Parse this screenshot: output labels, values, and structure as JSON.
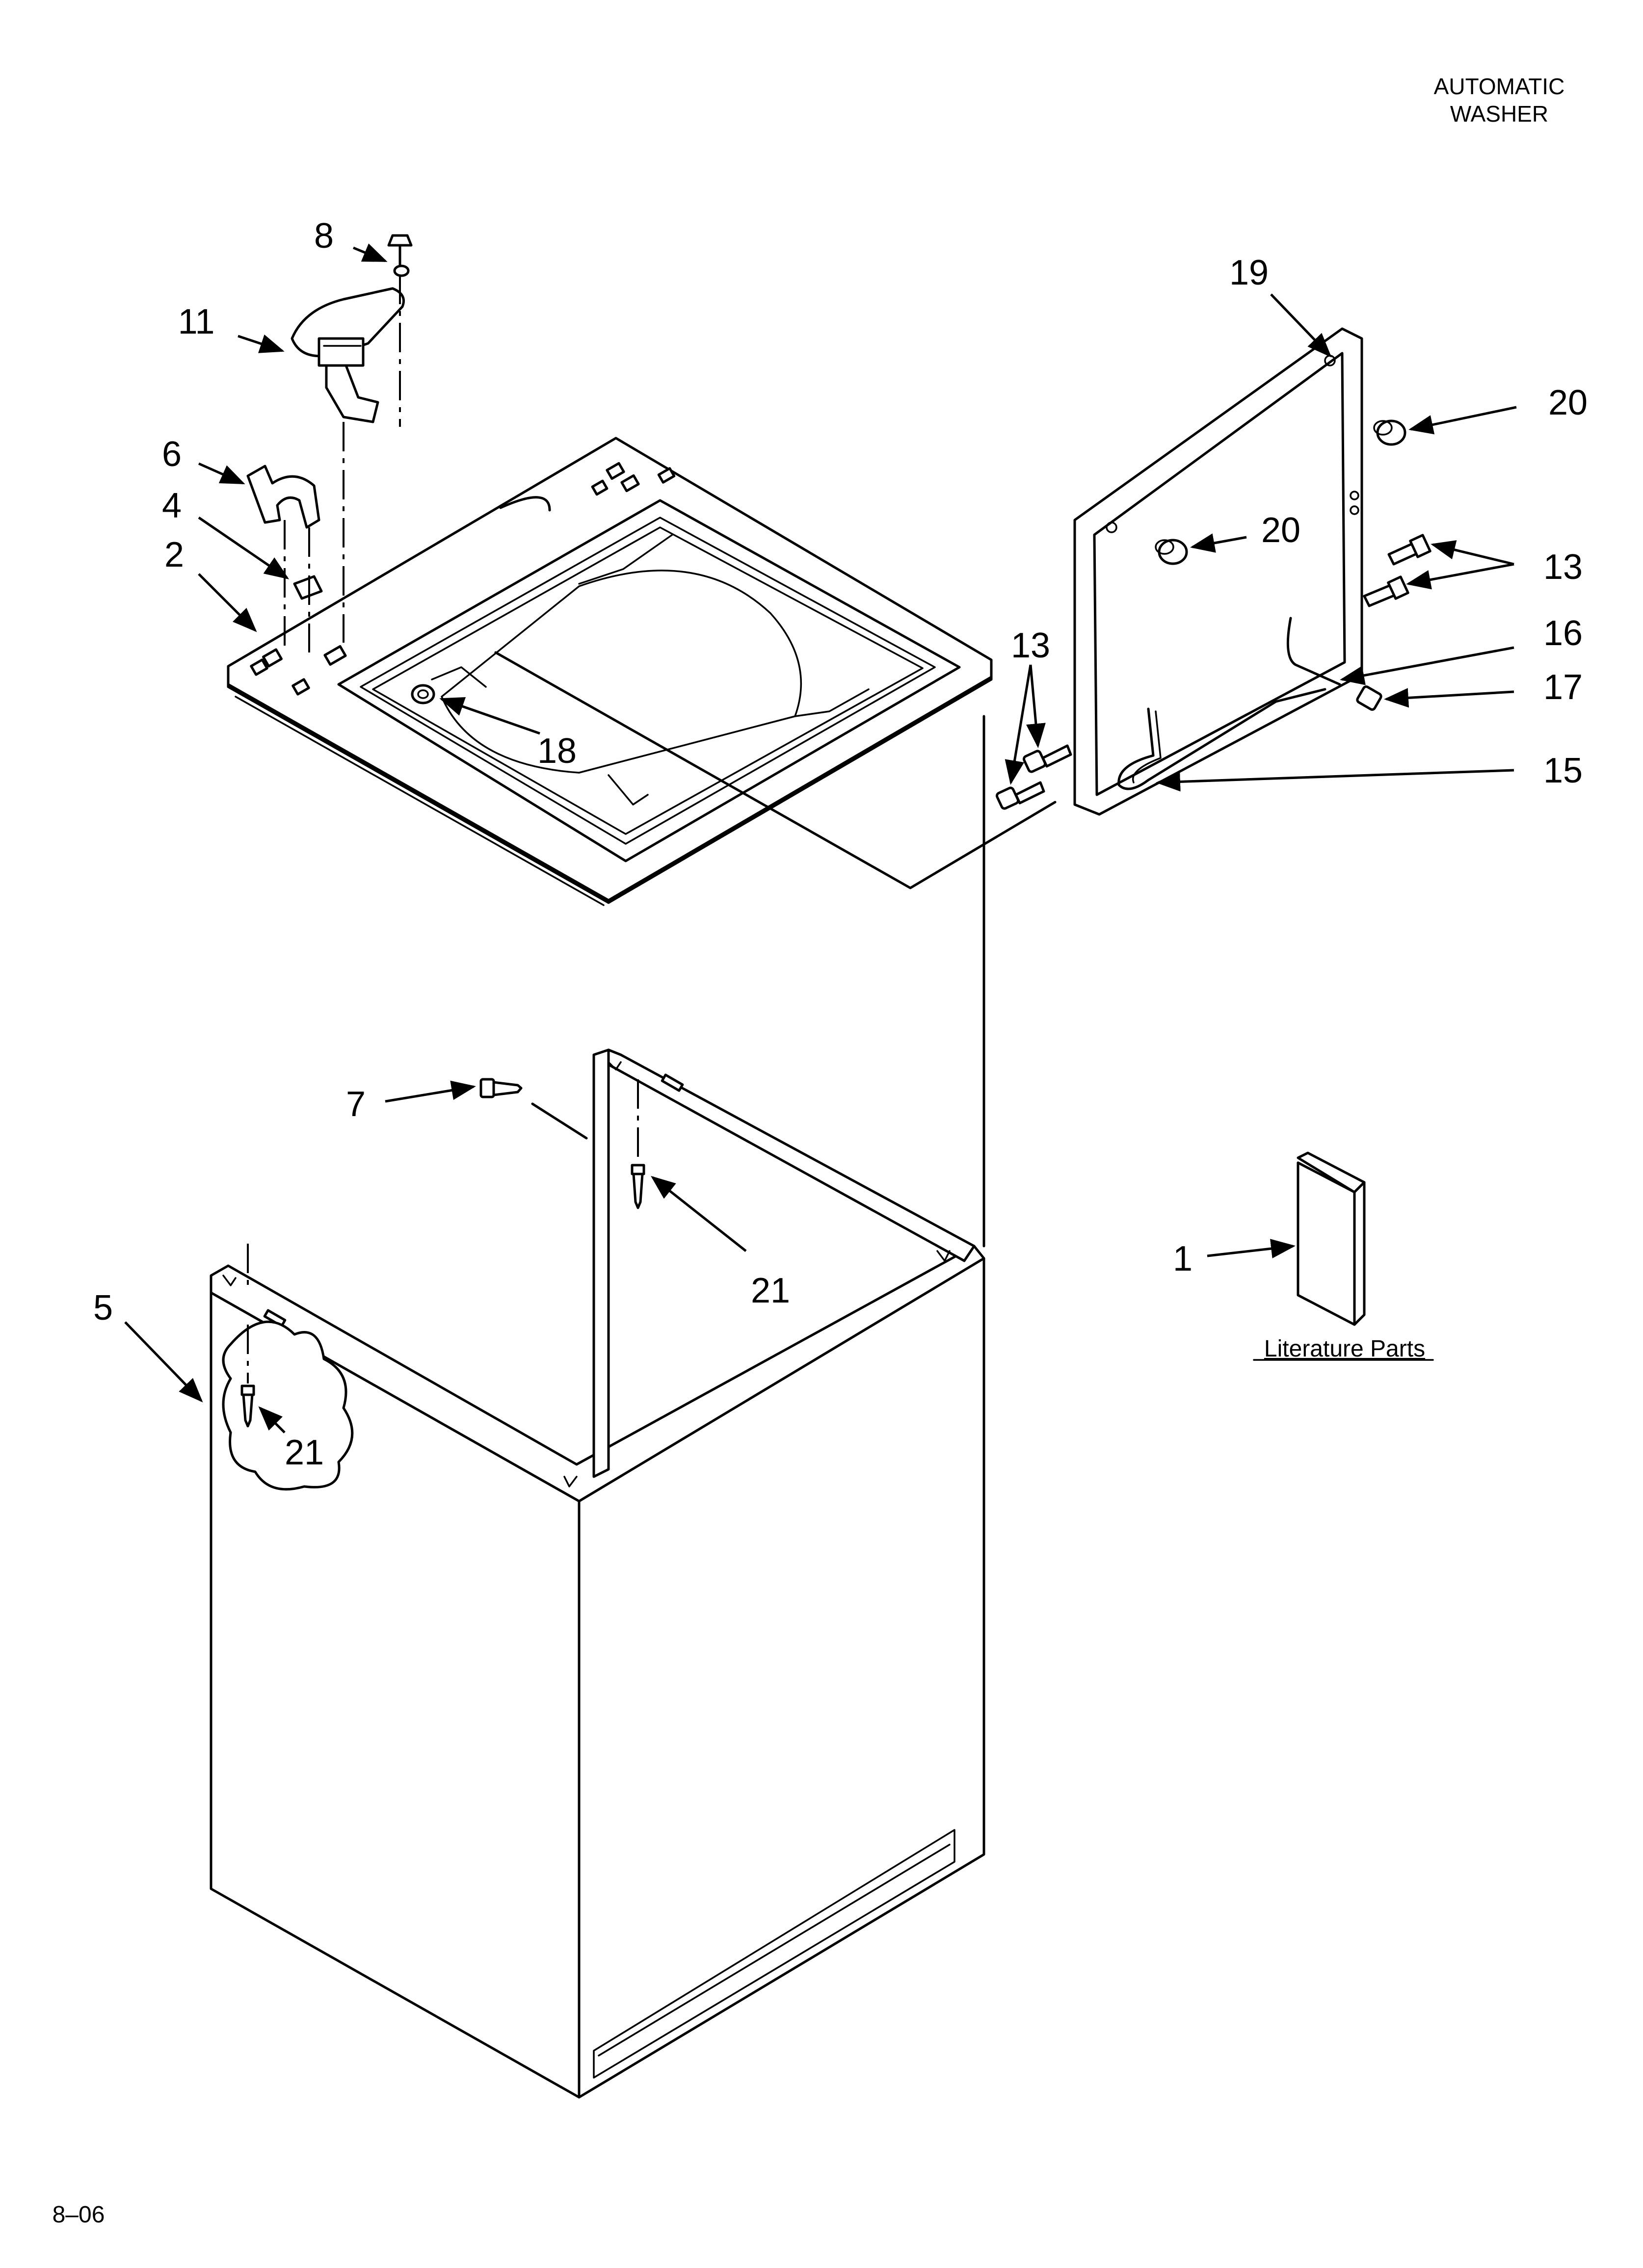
{
  "header": {
    "line1": "AUTOMATIC",
    "line2": "WASHER"
  },
  "footer": {
    "code": "8–06"
  },
  "literature": {
    "label": "Literature Parts"
  },
  "callouts": {
    "c8": "8",
    "c11": "11",
    "c6": "6",
    "c4": "4",
    "c2": "2",
    "c18": "18",
    "c19": "19",
    "c20a": "20",
    "c20b": "20",
    "c13a": "13",
    "c13b": "13",
    "c16": "16",
    "c17": "17",
    "c15": "15",
    "c7": "7",
    "c21a": "21",
    "c21b": "21",
    "c5": "5",
    "c1": "1"
  }
}
